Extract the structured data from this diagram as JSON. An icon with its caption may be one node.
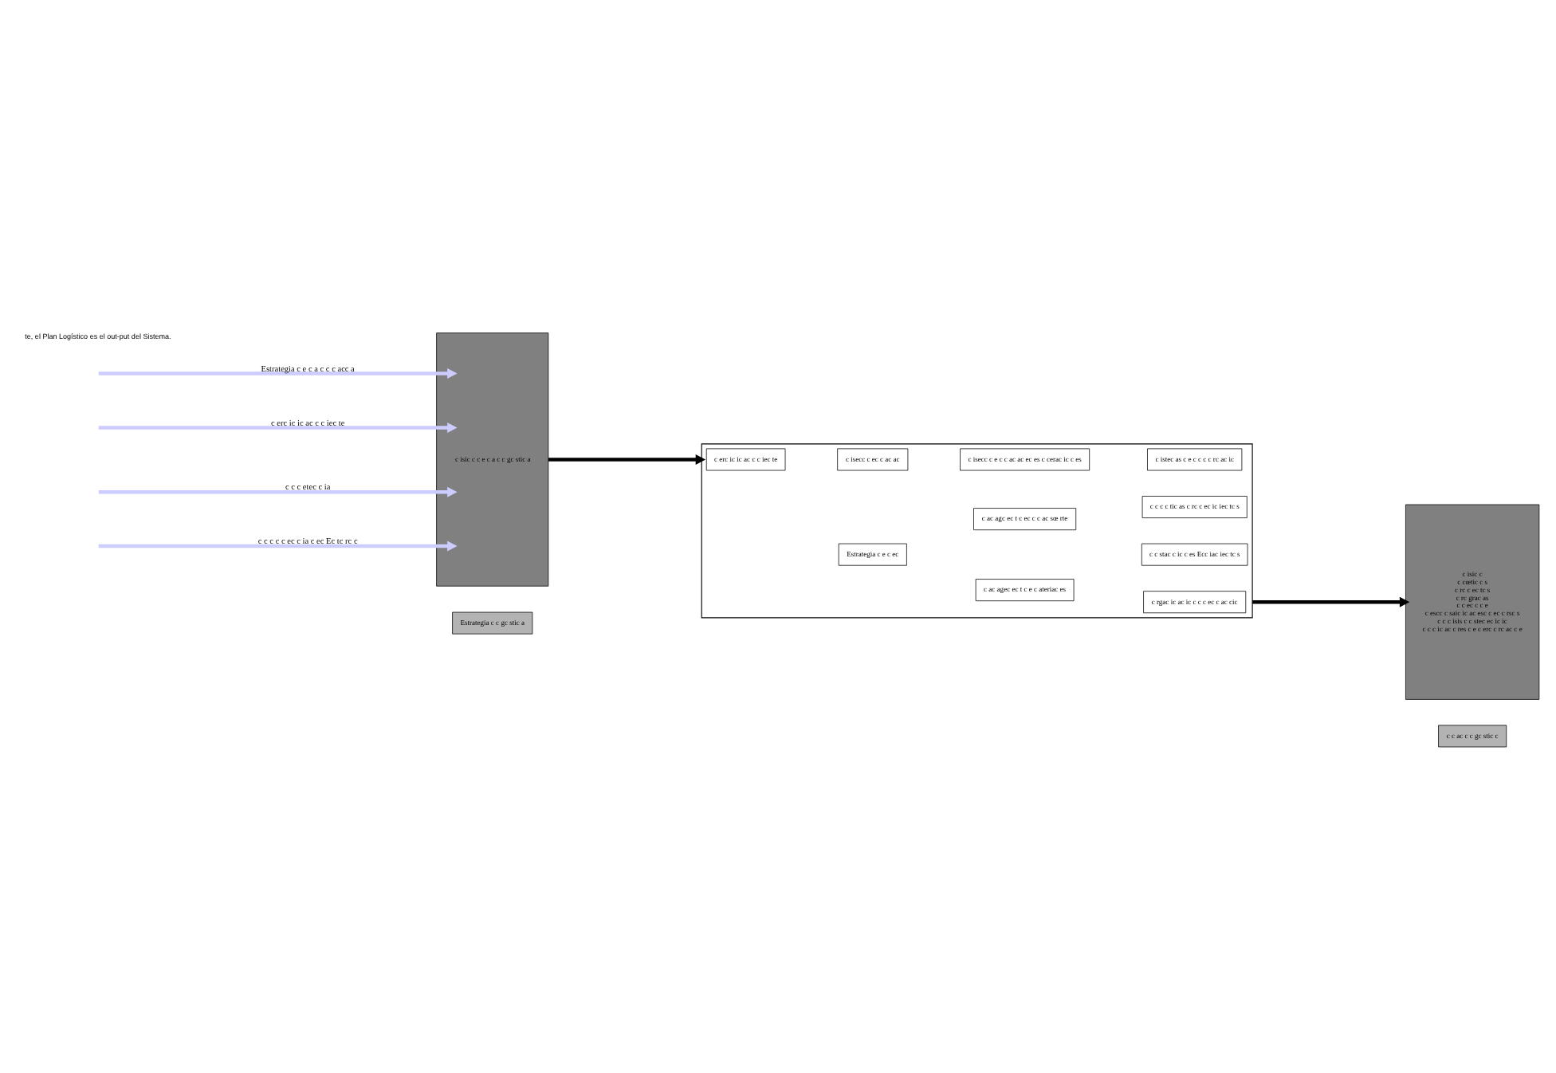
{
  "diagram": {
    "nodes": [
      {
        "text": [
          "Estrategia c c gc stic a"
        ]
      },
      {
        "text": [
          "c c ac c c gc stic c"
        ]
      },
      {
        "text": [
          "c isic c c e c a c c gc stic a"
        ]
      },
      {
        "text": [],
        "shape": "triangle"
      },
      {
        "text": [
          "c erc ic ic ac c c iec te"
        ],
        "in": 3
      },
      {
        "text": [
          "c isecc c ec c ac ac"
        ],
        "in": 3
      },
      {
        "text": [
          "Estrategia c e c ec"
        ],
        "in": 3
      },
      {
        "text": [
          "c isecc c e c c ac ac ec es c cerac ic c es"
        ],
        "in": 3
      },
      {
        "text": [
          "c ac agc ec t c ec c c ac sœ rte"
        ],
        "in": 3
      },
      {
        "text": [
          "c ac agec ec t c e c ateriac es"
        ],
        "in": 3
      },
      {
        "text": [
          "c istec as c e c c c c rc ac ic"
        ],
        "in": 3
      },
      {
        "text": [
          "c c c c tic as c rc c ec ic iec tc s"
        ],
        "in": 3
      },
      {
        "text": [
          "c c stac c ic c es Ecc iac iec tc s"
        ],
        "in": 3
      },
      {
        "text": [
          "c rgac ic ac ic c c c ec c ac cic"
        ],
        "in": 3
      },
      {
        "text": [
          "c isic c",
          "c cœtic c s",
          "c rc c ec tc s",
          "c rc grac as",
          "c c ec c c e",
          "c escc c saic ic ac esc c ec c rsc s",
          "c c c isis c c stec ec ic ic",
          "c c c ic ac c res c e c erc c rc ac c e"
        ]
      }
    ],
    "edges": [
      {
        "from": null,
        "to": 2,
        "arrow": "to",
        "label": "Estrategia c e c a c c c acc a"
      },
      {
        "from": null,
        "to": 2,
        "arrow": "to",
        "label": "c erc ic ic ac c c iec te"
      },
      {
        "from": null,
        "to": 2,
        "arrow": "to",
        "label": "c c c etec c ia"
      },
      {
        "from": null,
        "to": 2,
        "arrow": "to",
        "label": "c c c c c ec c ia c ec Ec tc rc c"
      },
      {
        "from": 2,
        "to": 3,
        "arrow": "to",
        "color": "#000000"
      },
      {
        "from": 3,
        "to": 14,
        "arrow": "to",
        "color": "#000000"
      }
    ],
    "labels": [
      "te, el Plan Logístico es el out-put del Sistema."
    ]
  }
}
